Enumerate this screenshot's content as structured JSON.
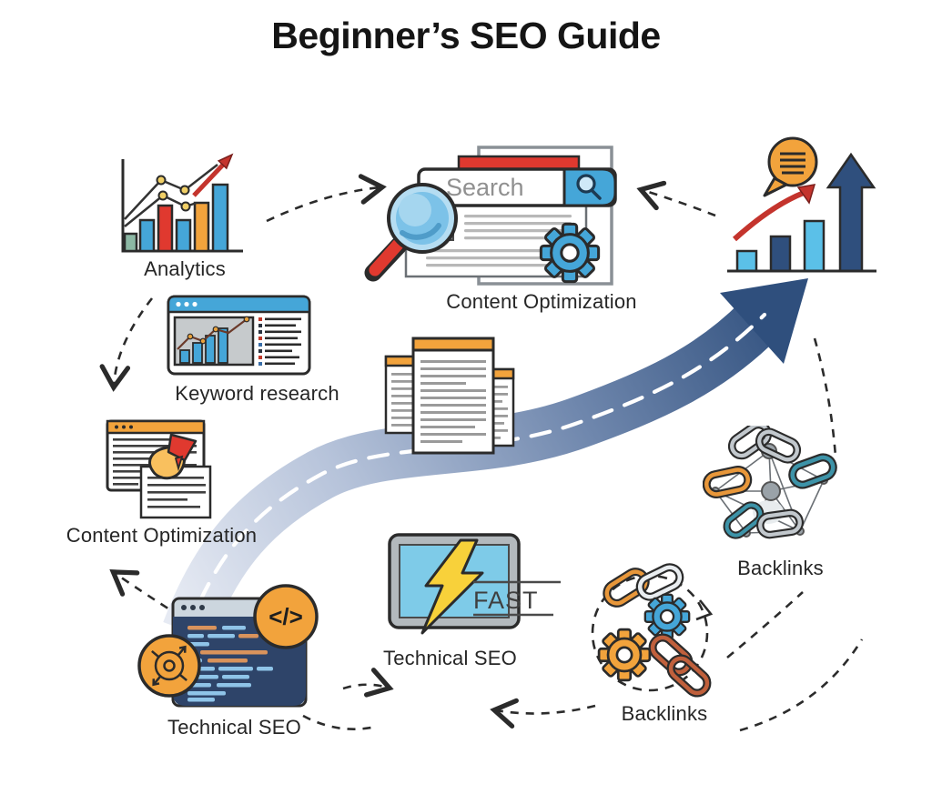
{
  "title": "Beginner’s SEO Guide",
  "nodes": {
    "analytics": {
      "label": "Analytics"
    },
    "search_optimization": {
      "label": "Content Optimization",
      "search_text": "Search"
    },
    "growth_chart": {
      "icon": "rising-bar-chart-with-arrow-and-speech-bubble"
    },
    "keyword_research": {
      "label": "Keyword research"
    },
    "content_optimization": {
      "label": "Content Optimization"
    },
    "documents": {
      "icon": "stacked-documents"
    },
    "site_speed": {
      "label": "Technical SEO",
      "screen_text": "FAST"
    },
    "code_window": {
      "label": "Technical SEO",
      "code_symbol": "</>"
    },
    "backlinks_gears": {
      "label": "Backlinks"
    },
    "backlinks_network": {
      "label": "Backlinks"
    }
  },
  "colors": {
    "accent_blue": "#45a6d8",
    "light_blue": "#7ecbe8",
    "accent_orange": "#f2a33c",
    "accent_red": "#e0392f",
    "navy": "#2f4f7d",
    "swoosh_light": "#e3e8f2",
    "teal": "#3d93a8",
    "text": "#262626"
  }
}
